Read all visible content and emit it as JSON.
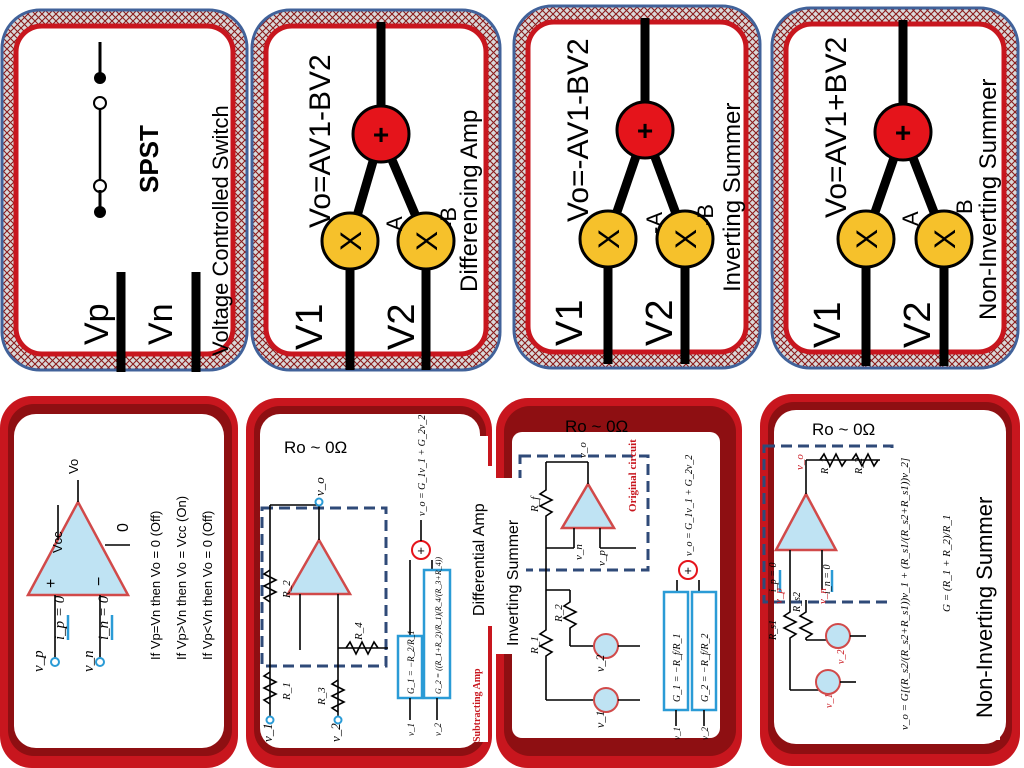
{
  "colors": {
    "red_border": "#c8161e",
    "dark_red": "#8e0f12",
    "blue_outline": "#41629a",
    "sum_red": "#e5141b",
    "mult_yellow": "#f6c12b",
    "opamp_fill": "#bfe3f3",
    "opamp_stroke": "#d14a4a",
    "wire_blue": "#2a9bd6"
  },
  "top_cards": [
    {
      "title": "Voltage Controlled Switch",
      "switch_label": "SPST",
      "input_labels": [
        "Vp",
        "Vn"
      ]
    },
    {
      "equation": "Vo=AV1-BV2",
      "caption": "Differencing Amp",
      "sum_symbol": "+",
      "mult_symbols": [
        "X",
        "X"
      ],
      "gain_labels": [
        "A",
        "-B"
      ],
      "inputs": [
        "V1",
        "V2"
      ]
    },
    {
      "equation": "Vo=-AV1-BV2",
      "caption": "Inverting Summer",
      "sum_symbol": "+",
      "mult_symbols": [
        "X",
        "X"
      ],
      "gain_labels": [
        "-A",
        "-B"
      ],
      "inputs": [
        "V1",
        "V2"
      ]
    },
    {
      "equation": "Vo=AV1+BV2",
      "caption": "Non-Inverting Summer",
      "sum_symbol": "+",
      "mult_symbols": [
        "X",
        "X"
      ],
      "gain_labels": [
        "A",
        "B"
      ],
      "inputs": [
        "V1",
        "V2"
      ]
    }
  ],
  "bottom_cards": [
    {
      "opamp_labels": {
        "vcc": "Vcc",
        "vo": "Vo",
        "zero": "0",
        "plus": "+",
        "minus": "−",
        "ip": "i_p = 0",
        "in": "i_n = 0",
        "vp": "v_p",
        "vn": "v_n"
      },
      "rules": [
        "If Vp=Vn then Vo = 0   (Off)",
        "If Vp>Vn then Vo = Vcc   (On)",
        "If Vp<Vn then Vo =   0 (Off)"
      ]
    },
    {
      "ro": "Ro ~ 0Ω",
      "side_label": "Differential Amp",
      "vo": "v_o",
      "v1": "v_1",
      "v2": "v_2",
      "resistors": [
        "R_1",
        "R_2",
        "R_3",
        "R_4"
      ],
      "eq_top": "v_o = G_1v_1 + G_2v_2",
      "g1": "G_1 = −R_2/R_1",
      "g2": "G_2 = ((R_1+R_2)/R_1)(R_4/(R_3+R_4))",
      "caption": "Subtracting Amp",
      "in1": "v_1",
      "in2": "v_2"
    },
    {
      "ro": "Ro ~ 0Ω",
      "side_label": "Inverting Summer",
      "original": "Original circuit",
      "vo": "v_o",
      "vn": "v_n",
      "vp": "v_p",
      "resistors": [
        "R_f",
        "R_1",
        "R_2"
      ],
      "sources": [
        "v_1",
        "v_2"
      ],
      "eq_top": "v_o = G_1v_1 + G_2v_2",
      "g1": "G_1 = −R_f/R_1",
      "g2": "G_2 = −R_f/R_2",
      "in1": "v_1",
      "in2": "v_2"
    },
    {
      "ro": "Ro ~ 0Ω",
      "side_label": "Non-Inverting Summer",
      "vo": "v_o",
      "vn": "v_n",
      "vp": "v_p",
      "ip": "i_p = 0",
      "in": "i_n = 0",
      "resistors": [
        "R_1",
        "R_2",
        "R_s1",
        "R_s2"
      ],
      "sources": [
        "v_1",
        "v_2"
      ],
      "eq": "v_o = G[(R_s2/(R_s2+R_s1))v_1 + (R_s1/(R_s2+R_s1))v_2]",
      "g": "G = (R_1 + R_2)/R_1"
    }
  ]
}
